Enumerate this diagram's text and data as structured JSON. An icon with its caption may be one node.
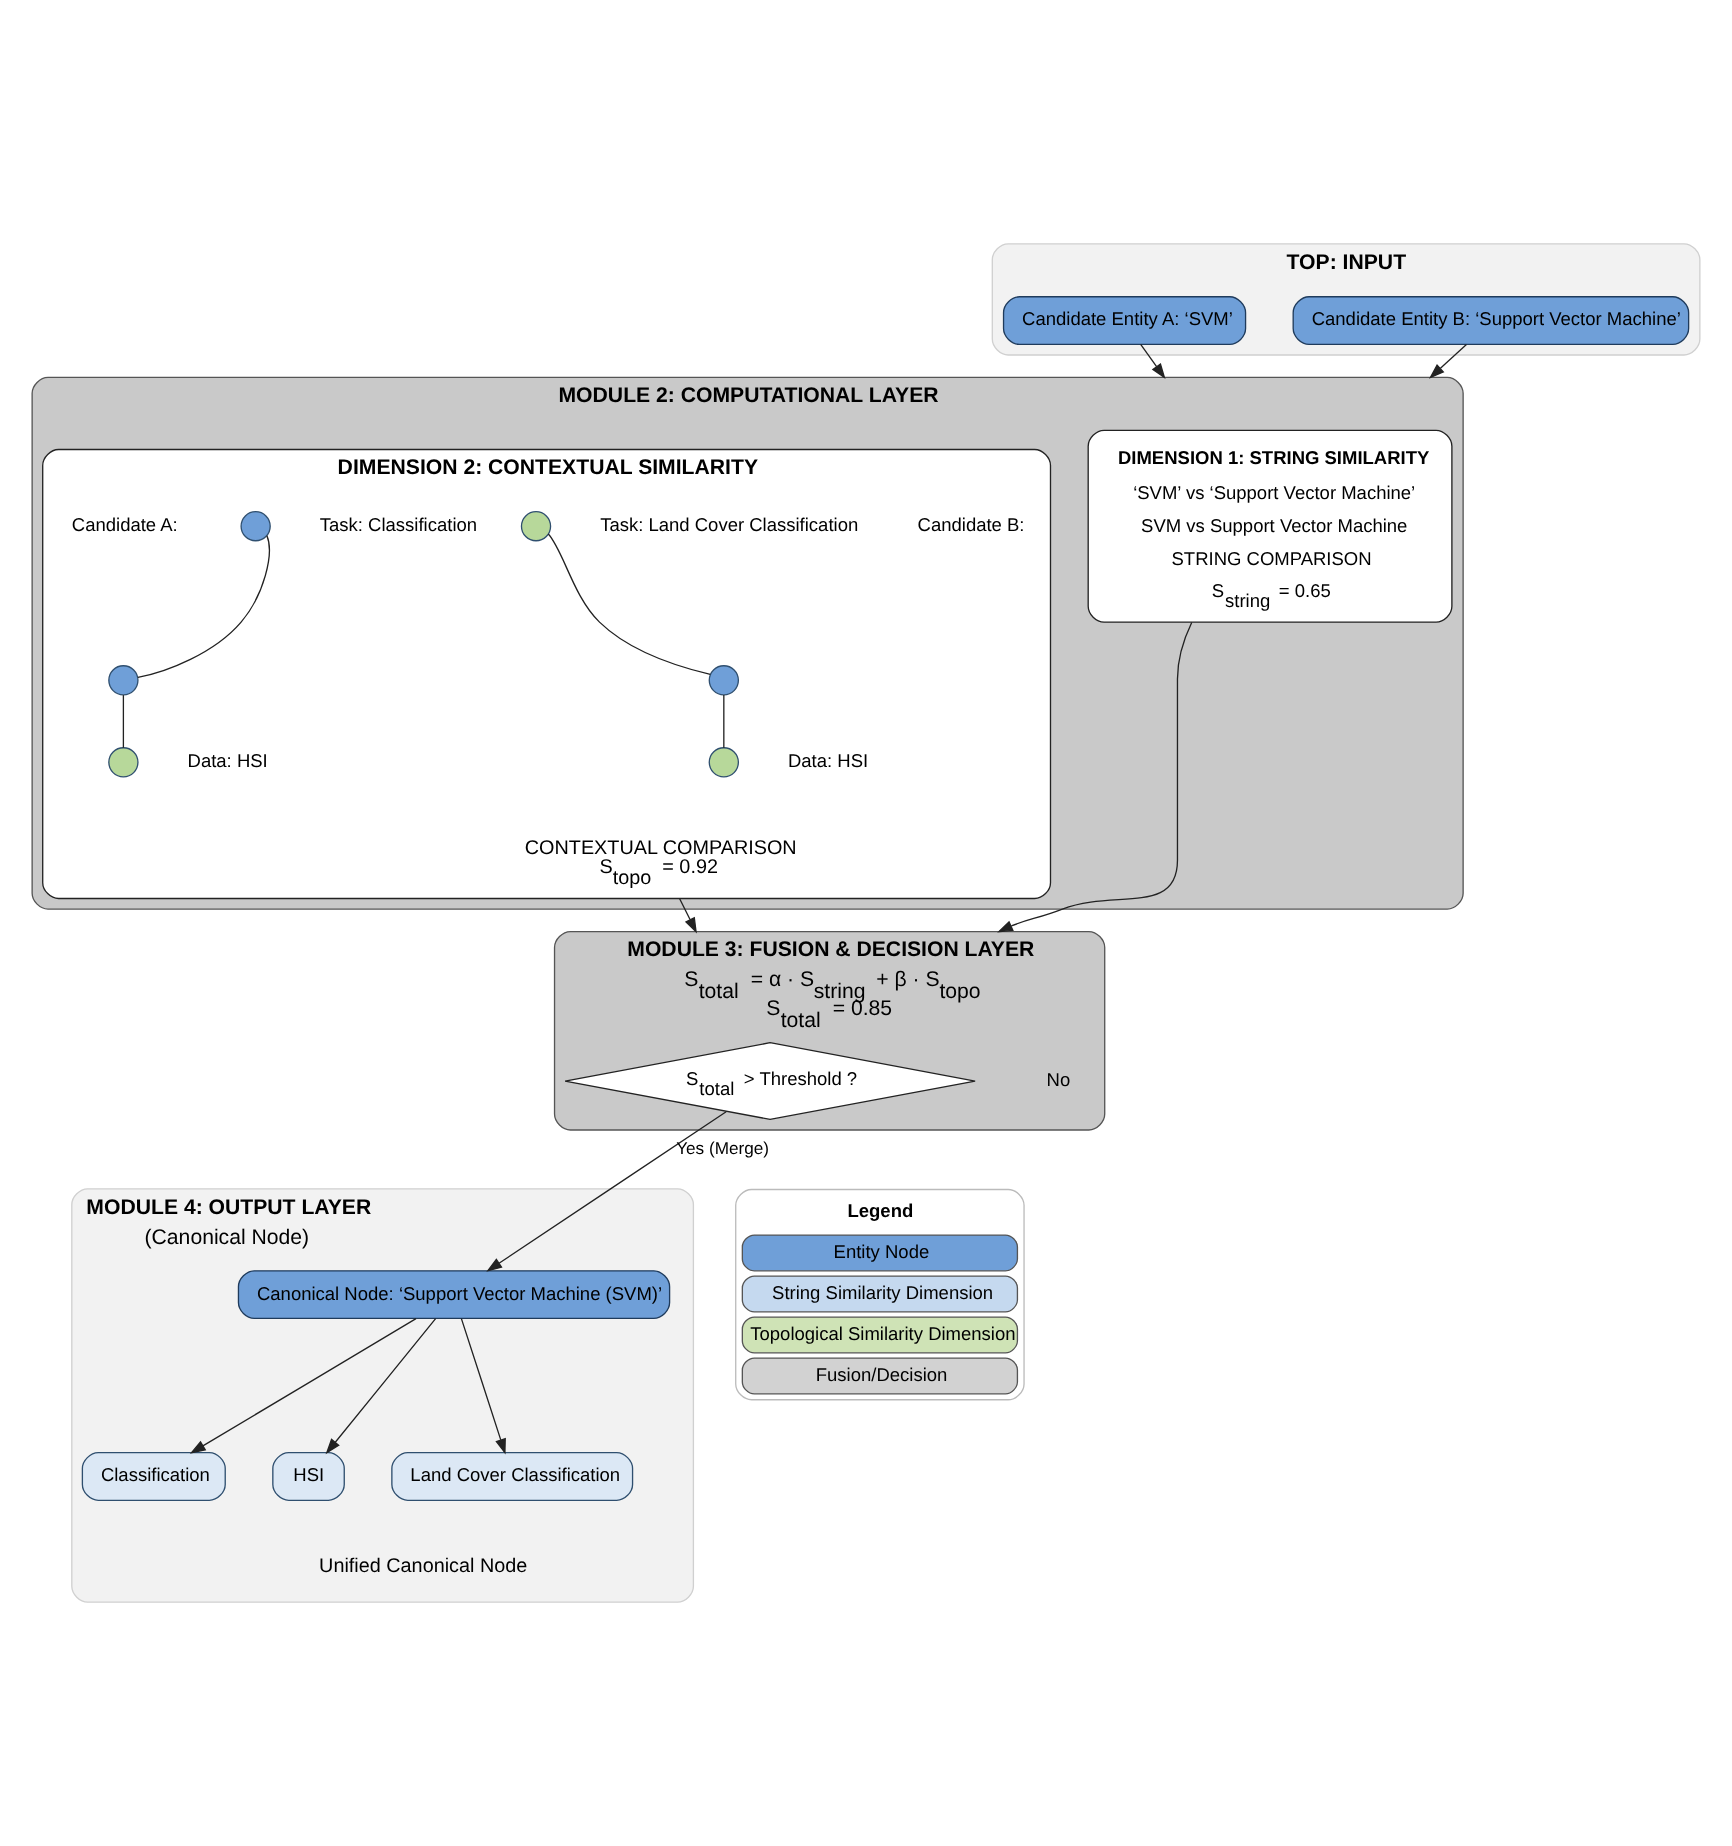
{
  "diagram": {
    "nodes": [
      {
        "text": [
          "TOP: INPUT"
        ]
      },
      {
        "text": [
          "Candidate Entity A: ‘SVM’"
        ],
        "in": 0
      },
      {
        "text": [
          "Candidate Entity B: ‘Support Vector Machine’"
        ],
        "in": 0
      },
      {
        "text": [
          "MODULE 2: COMPUTATIONAL LAYER"
        ]
      },
      {
        "text": [
          "DIMENSION 1: STRING SIMILARITY",
          "‘SVM’ vs ‘Support Vector Machine’",
          "SVM vs Support Vector Machine",
          "STRING COMPARISON",
          "S$_{string}$ = 0.65"
        ],
        "in": 3
      },
      {
        "text": [
          "DIMENSION 2: CONTEXTUAL SIMILARITY",
          "CONTEXTUAL COMPARISON",
          "S$_{topo}$ = 0.92"
        ],
        "in": 3
      },
      {
        "text": [],
        "shape": "circle",
        "in": 5
      },
      {
        "text": [],
        "shape": "circle",
        "beside": [
          "Task: Classification"
        ],
        "in": 5
      },
      {
        "text": [],
        "shape": "circle",
        "beside": [
          "Data: HSI"
        ],
        "in": 5
      },
      {
        "text": [],
        "shape": "circle",
        "in": 5
      },
      {
        "text": [],
        "shape": "circle",
        "beside": [
          "Task: Land Cover Classification"
        ],
        "in": 5
      },
      {
        "text": [],
        "shape": "circle",
        "beside": [
          "Data: HSI"
        ],
        "in": 5
      },
      {
        "text": [
          "MODULE 3: FUSION & DECISION LAYER",
          "S$_{total}$ = α · S$_{string}$ + β · S$_{topo}$",
          "S$_{total}$ = 0.85"
        ]
      },
      {
        "text": [
          "S$_{total}$ > Threshold ?"
        ],
        "in": 12
      },
      {
        "text": [
          "MODULE 4: OUTPUT LAYER",
          "(Canonical Node)",
          "Unified Canonical Node"
        ]
      },
      {
        "text": [
          "Canonical Node: ‘Support Vector Machine (SVM)’"
        ],
        "in": 14
      },
      {
        "text": [
          "Classification"
        ],
        "in": 14
      },
      {
        "text": [
          "HSI"
        ],
        "in": 14
      },
      {
        "text": [
          "Land Cover Classification"
        ],
        "in": 14
      }
    ],
    "edges": [
      {
        "from": 1,
        "to": 3,
        "arrow": "to"
      },
      {
        "from": 2,
        "to": 3,
        "arrow": "to"
      },
      {
        "from": 6,
        "to": 7,
        "arrow": "none"
      },
      {
        "from": 6,
        "to": 8,
        "arrow": "none"
      },
      {
        "from": 9,
        "to": 10,
        "arrow": "none"
      },
      {
        "from": 9,
        "to": 11,
        "arrow": "none"
      },
      {
        "from": 4,
        "to": 12,
        "arrow": "to"
      },
      {
        "from": 5,
        "to": 12,
        "arrow": "to"
      },
      {
        "from": 13,
        "to": 15,
        "arrow": "to",
        "label": "Yes (Merge)"
      },
      {
        "from": 15,
        "to": 16,
        "arrow": "to"
      },
      {
        "from": 15,
        "to": 17,
        "arrow": "to"
      },
      {
        "from": 15,
        "to": 18,
        "arrow": "to"
      }
    ],
    "labels": [
      "Candidate A:",
      "Candidate B:",
      "No",
      "Legend"
    ],
    "legend": [
      {
        "text": "Entity Node",
        "color": "#6f9fd8"
      },
      {
        "text": "String Similarity Dimension",
        "color": "#c5d9ef"
      },
      {
        "text": "Topological Similarity Dimension",
        "color": "#cfe3b6"
      },
      {
        "text": "Fusion/Decision",
        "color": "#d2d2d2"
      }
    ]
  }
}
